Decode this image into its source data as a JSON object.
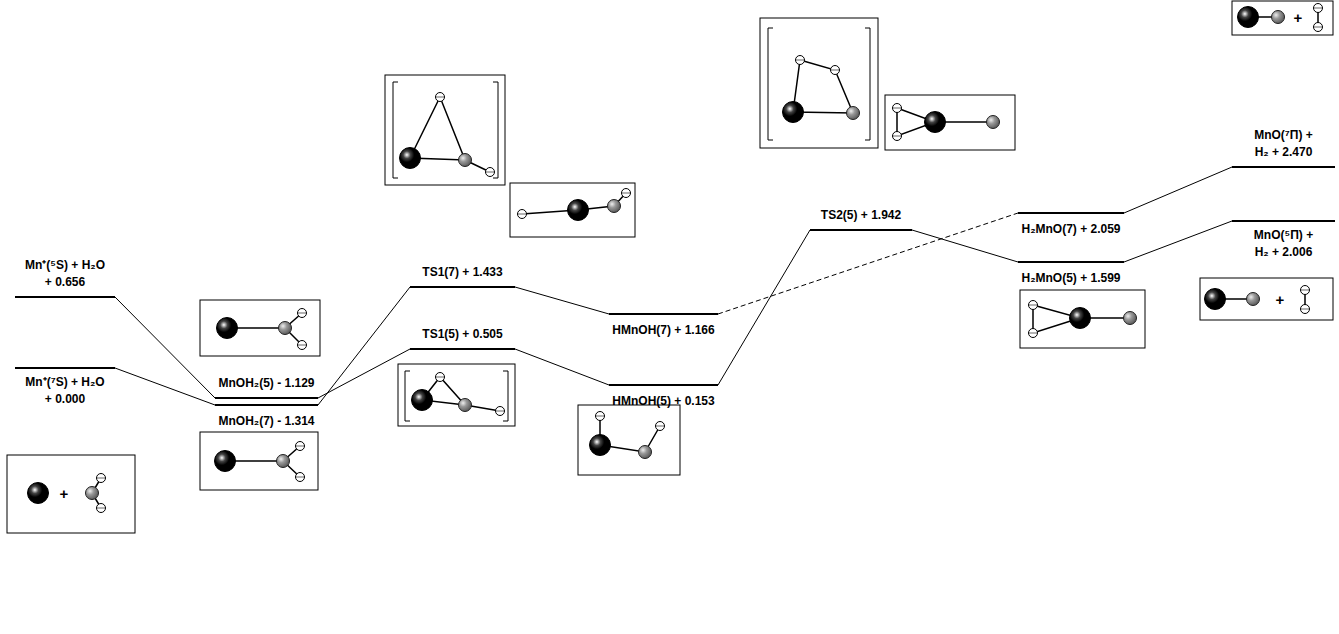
{
  "diagram": {
    "nodes": [
      {
        "text": [
          "Mn⁺(⁵S) + H₂O + 0.656"
        ]
      },
      {
        "text": [
          "Mn⁺(⁷S) + H₂O + 0.000"
        ]
      },
      {
        "text": [
          "MnOH₂(5) - 1.129"
        ]
      },
      {
        "text": [
          "MnOH₂(7) - 1.314"
        ]
      },
      {
        "text": [
          "TS1(7) + 1.433"
        ]
      },
      {
        "text": [
          "TS1(5) + 0.505"
        ]
      },
      {
        "text": [
          "HMnOH(7) + 1.166"
        ]
      },
      {
        "text": [
          "HMnOH(5) + 0.153"
        ]
      },
      {
        "text": [
          "TS2(5) + 1.942"
        ]
      },
      {
        "text": [
          "H₂MnO(7) + 2.059"
        ]
      },
      {
        "text": [
          "H₂MnO(5) + 1.599"
        ]
      },
      {
        "text": [
          "MnO(⁷Π) + H₂ + 2.470"
        ]
      },
      {
        "text": [
          "MnO(⁵Π) + H₂ + 2.006"
        ]
      }
    ],
    "edges": [
      {
        "from": 0,
        "to": 2,
        "arrow": "none"
      },
      {
        "from": 1,
        "to": 3,
        "arrow": "none"
      },
      {
        "from": 3,
        "to": 4,
        "arrow": "none"
      },
      {
        "from": 2,
        "to": 5,
        "arrow": "none"
      },
      {
        "from": 4,
        "to": 6,
        "arrow": "none"
      },
      {
        "from": 5,
        "to": 7,
        "arrow": "none"
      },
      {
        "from": 6,
        "to": 9,
        "arrow": "none"
      },
      {
        "from": 7,
        "to": 8,
        "arrow": "none"
      },
      {
        "from": 8,
        "to": 10,
        "arrow": "none"
      },
      {
        "from": 9,
        "to": 11,
        "arrow": "none"
      },
      {
        "from": 10,
        "to": 12,
        "arrow": "none"
      }
    ],
    "labels": [
      "+",
      "+",
      "+"
    ]
  }
}
